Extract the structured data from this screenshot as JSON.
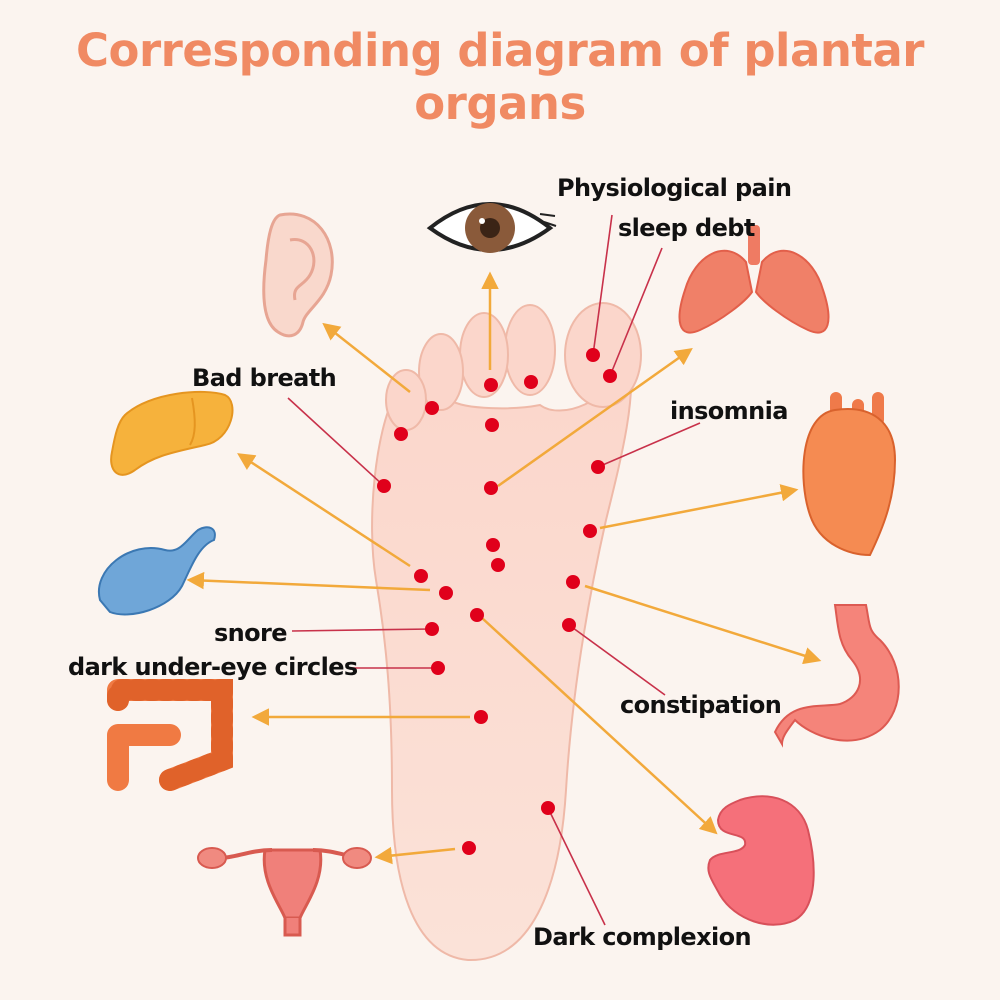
{
  "title": "Corresponding diagram of plantar organs",
  "labels": {
    "physiological_pain": "Physiological pain",
    "sleep_debt": "sleep debt",
    "bad_breath": "Bad breath",
    "insomnia": "insomnia",
    "snore": "snore",
    "dark_circles": "dark under-eye circles",
    "constipation": "constipation",
    "dark_complexion": "Dark complexion"
  },
  "organs": [
    "eye",
    "ear",
    "lungs",
    "pancreas",
    "heart",
    "gallbladder",
    "stomach",
    "large-intestine",
    "kidney",
    "uterus"
  ],
  "colors": {
    "title": "#f08a63",
    "point": "#e0001b",
    "organ_arrow": "#f2a93b",
    "symptom_line": "#c8314a",
    "background": "#fbf4ef"
  }
}
